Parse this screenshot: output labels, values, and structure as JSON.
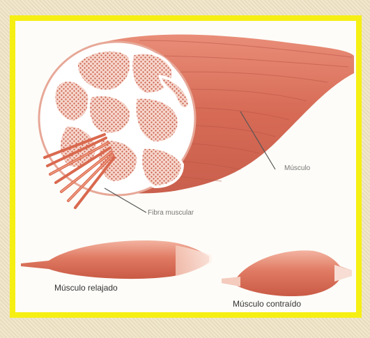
{
  "diagram": {
    "labels": {
      "muscle": "Músculo",
      "fibers": "Fibra muscular",
      "relaxed": "Músculo relajado",
      "contracted": "Músculo contraído"
    },
    "colors": {
      "frame_border": "#f6ef14",
      "background": "#efe3c4",
      "muscle": "#d9755f",
      "muscle_light": "#f0a58f",
      "fiber_dots": "#c85a46",
      "fascia": "#ffffff"
    }
  }
}
